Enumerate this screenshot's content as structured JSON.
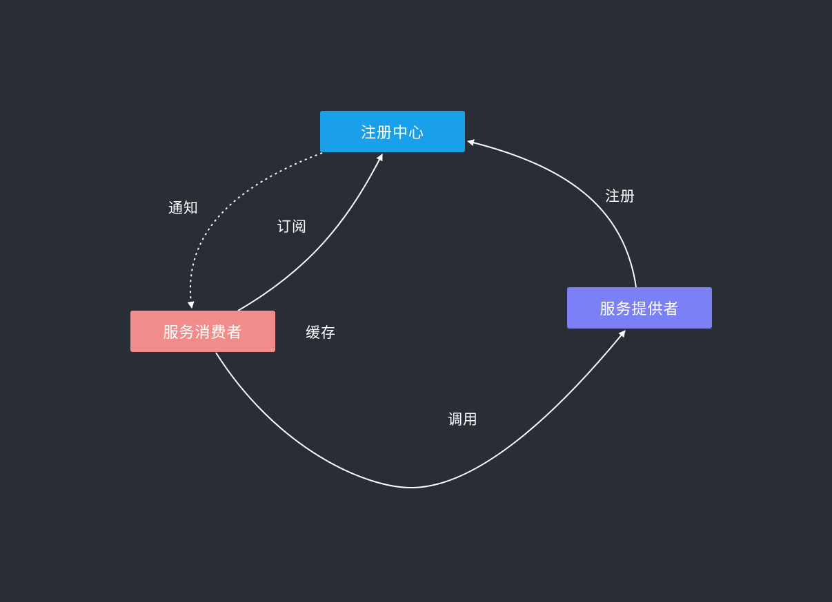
{
  "colors": {
    "background": "#292d35",
    "registry": "#1aa0e8",
    "consumer": "#f08c8a",
    "provider": "#7b80f5",
    "line": "#ffffff"
  },
  "nodes": {
    "registry": "注册中心",
    "consumer": "服务消费者",
    "provider": "服务提供者"
  },
  "edges": {
    "notify": "通知",
    "subscribe": "订阅",
    "register": "注册",
    "cache": "缓存",
    "invoke": "调用"
  }
}
